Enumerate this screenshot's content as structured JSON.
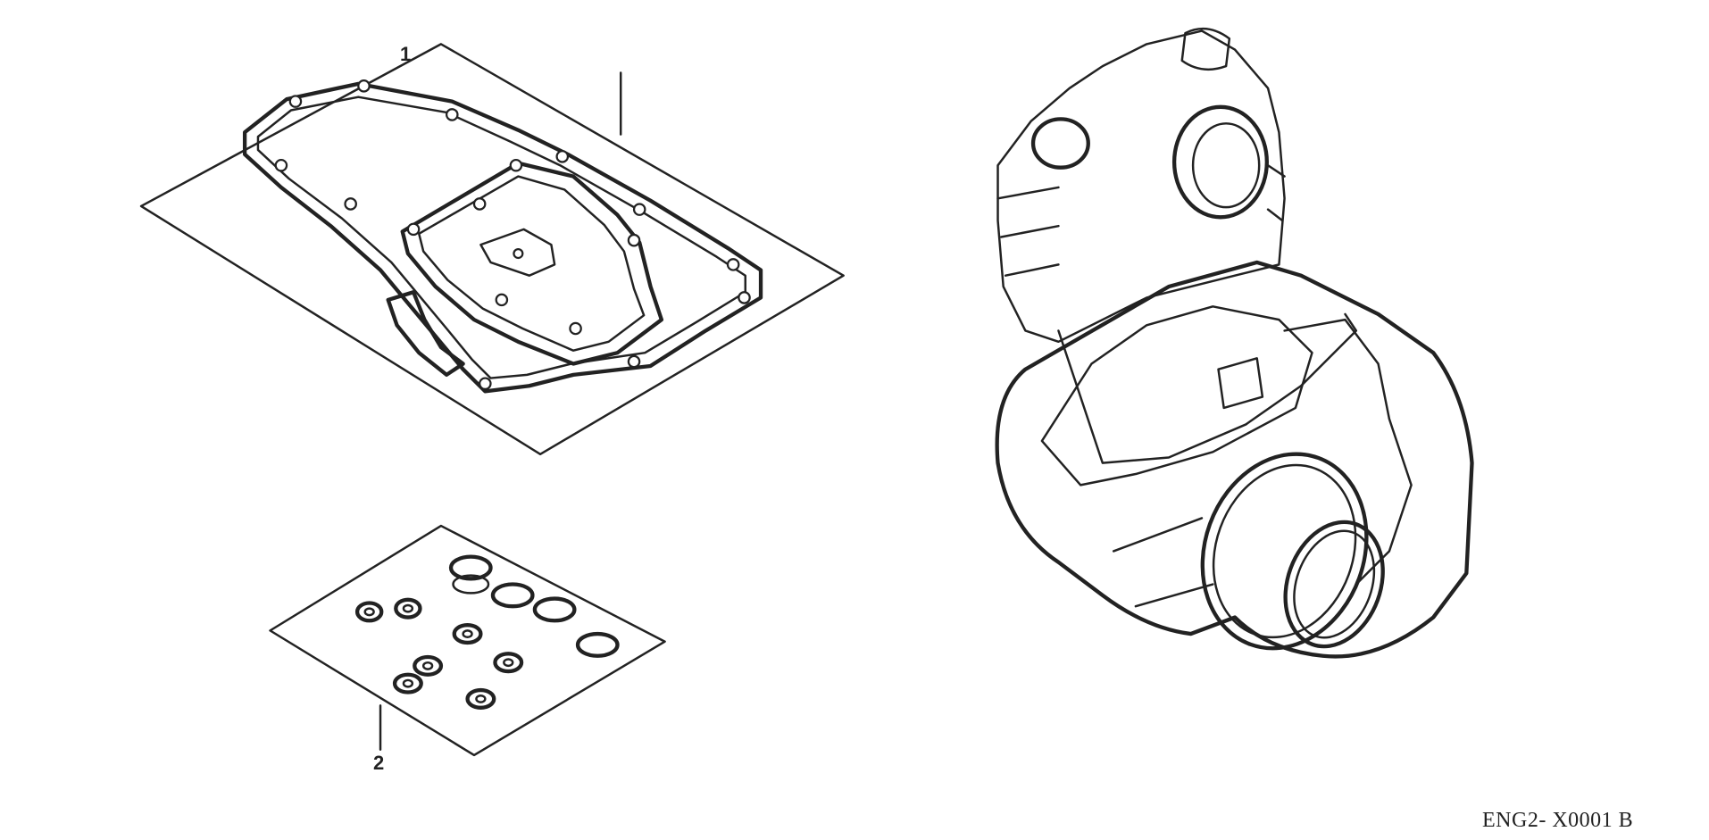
{
  "diagram": {
    "callouts": [
      {
        "label": "1",
        "part": "gasket-kit-a"
      },
      {
        "label": "2",
        "part": "gasket-kit-b"
      }
    ],
    "diagram_code": "ENG2- X0001 B"
  }
}
